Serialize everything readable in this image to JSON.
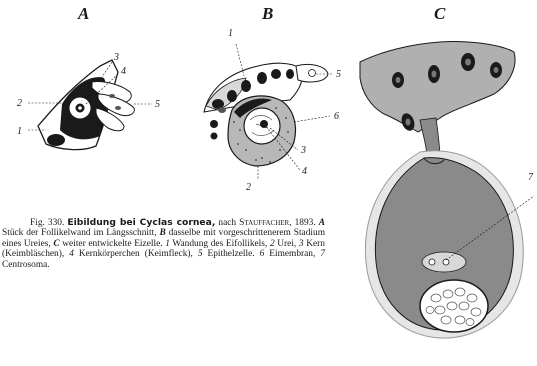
{
  "panels": {
    "a": "A",
    "b": "B",
    "c": "C"
  },
  "labels": {
    "a": [
      "1",
      "2",
      "3",
      "4",
      "5"
    ],
    "b": [
      "1",
      "2",
      "3",
      "4",
      "5",
      "6"
    ],
    "c": [
      "7"
    ]
  },
  "caption": {
    "fig": "Fig. 330.",
    "title": "Eibildung bei Cyclas cornea,",
    "author_prefix": "nach ",
    "author": "Stauffacher",
    "year": ", 1893. ",
    "a_letter": "A",
    "a_text": " Stück der Follikelwand im Längsschnitt, ",
    "b_letter": "B",
    "b_text": " dasselbe mit vorgeschrittenerem Stadium eines Ureies, ",
    "c_letter": "C",
    "c_text": " weiter entwickelte Eizelle. ",
    "legend_1n": "1",
    "legend_1": " Wandung des Eifollikels, ",
    "legend_2n": "2",
    "legend_2": " Urei, ",
    "legend_3n": "3",
    "legend_3": " Kern (Keimbläschen), ",
    "legend_4n": "4",
    "legend_4": " Kernkörperchen (Keimfleck), ",
    "legend_5n": "5",
    "legend_5": " Epithelzelle. ",
    "legend_6n": "6",
    "legend_6": " Eimembran, ",
    "legend_7n": "7",
    "legend_7": " Centrosoma."
  },
  "colors": {
    "ink": "#1a1a1a",
    "gray_fill": "#8a8a8a",
    "light_gray": "#c9c9c9"
  }
}
